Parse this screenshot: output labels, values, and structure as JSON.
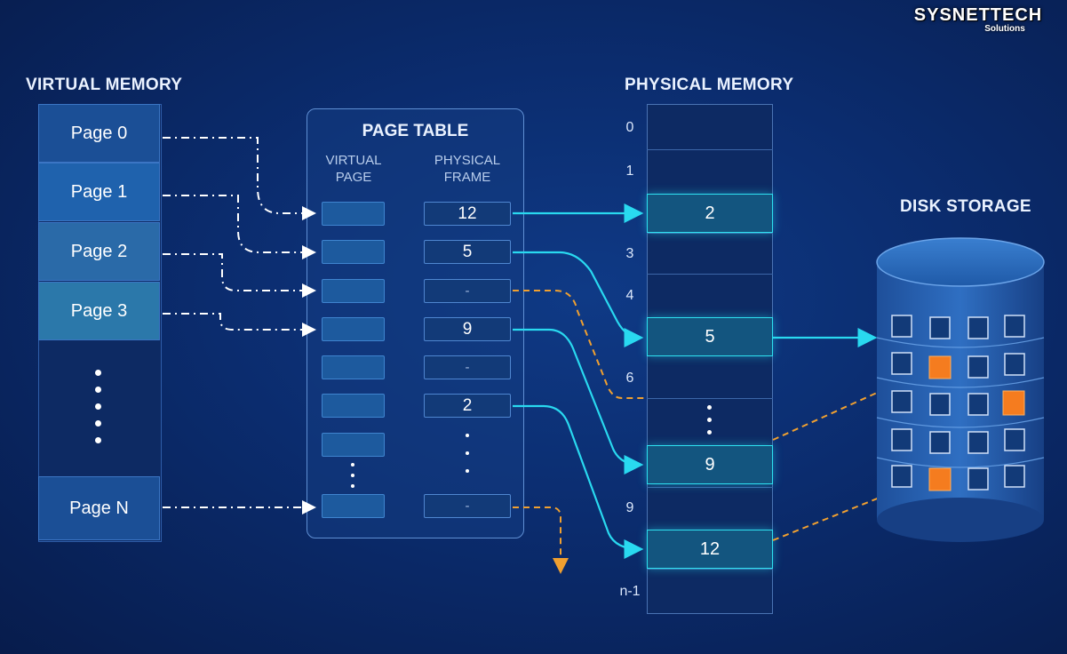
{
  "virtual_memory": {
    "title": "VIRTUAL MEMORY",
    "pages": [
      "Page 0",
      "Page 1",
      "Page 2",
      "Page 3"
    ],
    "last_page": "Page N"
  },
  "page_table": {
    "title": "PAGE TABLE",
    "col_virtual": "VIRTUAL PAGE",
    "col_physical": "PHYSICAL FRAME",
    "frames": [
      "12",
      "5",
      "-",
      "9",
      "-",
      "2"
    ],
    "last_frame": "-"
  },
  "physical_memory": {
    "title": "PHYSICAL MEMORY",
    "indices": [
      "0",
      "1",
      "3",
      "4",
      "6",
      "9",
      "n-1"
    ],
    "highlighted_frames": [
      "2",
      "5",
      "9",
      "12"
    ]
  },
  "disk": {
    "title": "DISK STORAGE"
  },
  "logo": {
    "main": "SYSNETTECH",
    "sub": "Solutions"
  },
  "colors": {
    "background": "#0b2c6e",
    "mapped_arrow": "#29d9f0",
    "disk_arrow": "#f0a030",
    "disk_block": "#f57c1f"
  }
}
